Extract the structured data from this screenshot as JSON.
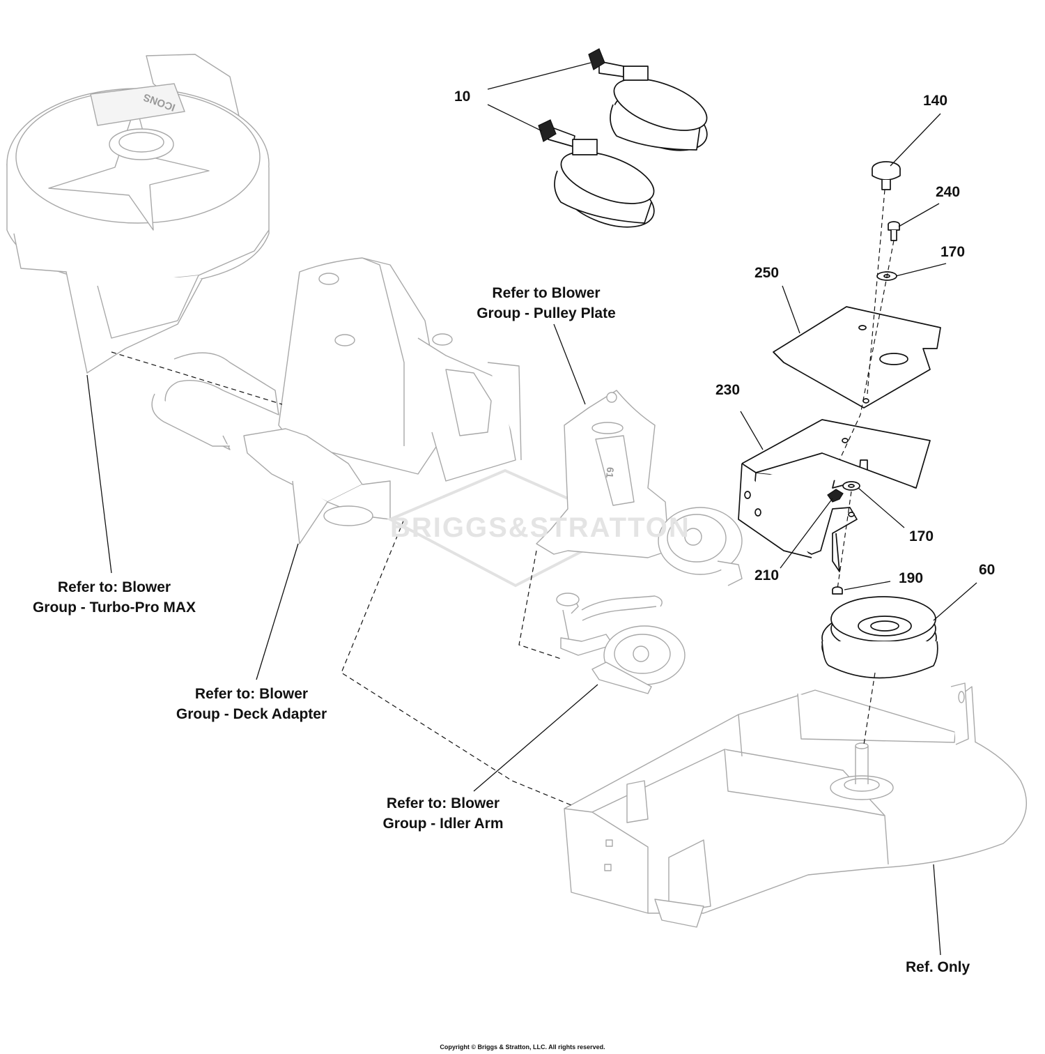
{
  "callouts": {
    "turbo_pro": [
      "Refer to: Blower",
      "Group - Turbo-Pro MAX"
    ],
    "pulley_plate": [
      "Refer to Blower",
      "Group - Pulley Plate"
    ],
    "deck_adapter": [
      "Refer to: Blower",
      "Group - Deck Adapter"
    ],
    "idler_arm": [
      "Refer to: Blower",
      "Group - Idler Arm"
    ],
    "ref_only": "Ref. Only"
  },
  "part_numbers": {
    "p10": "10",
    "p140": "140",
    "p240": "240",
    "p170_top": "170",
    "p250": "250",
    "p230": "230",
    "p170_bottom": "170",
    "p210": "210",
    "p190": "190",
    "p60": "60"
  },
  "artwork_text": {
    "housing_logo": "ICONS",
    "bracket_stamp": "61",
    "watermark": "BRIGGS&STRATTON"
  },
  "footer": {
    "copyright": "Copyright © Briggs & Stratton, LLC. All rights reserved."
  }
}
